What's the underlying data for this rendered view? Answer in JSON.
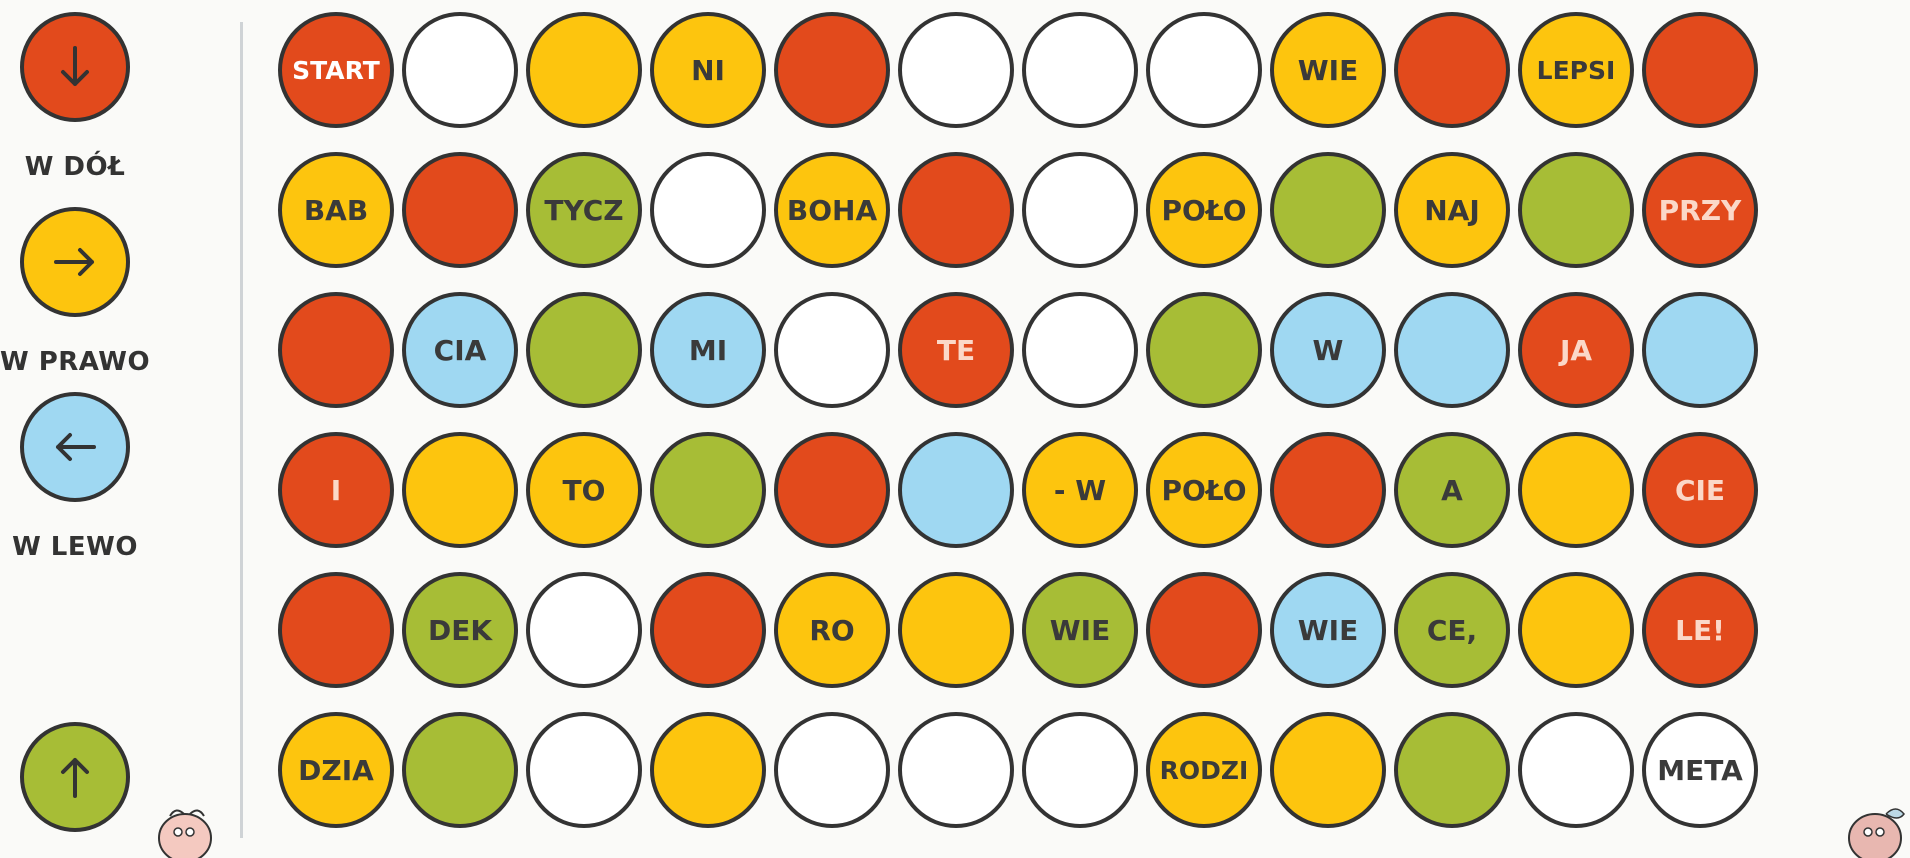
{
  "colors": {
    "red": "#e24a1c",
    "yellow": "#fdc50e",
    "blue": "#9fd8f2",
    "green": "#a7bd36",
    "white": "#ffffff",
    "outline": "#333333"
  },
  "legend": [
    {
      "color": "red",
      "icon": "arrow-down-icon",
      "label": "W DÓŁ"
    },
    {
      "color": "yellow",
      "icon": "arrow-right-icon",
      "label": "W PRAWO"
    },
    {
      "color": "blue",
      "icon": "arrow-left-icon",
      "label": "W LEWO"
    },
    {
      "color": "green",
      "icon": "arrow-up-icon",
      "label": ""
    }
  ],
  "board": [
    [
      {
        "color": "red",
        "text": "START"
      },
      {
        "color": "white",
        "text": ""
      },
      {
        "color": "yellow",
        "text": ""
      },
      {
        "color": "yellow",
        "text": "NI"
      },
      {
        "color": "red",
        "text": ""
      },
      {
        "color": "white",
        "text": ""
      },
      {
        "color": "white",
        "text": ""
      },
      {
        "color": "white",
        "text": ""
      },
      {
        "color": "yellow",
        "text": "WIE"
      },
      {
        "color": "red",
        "text": ""
      },
      {
        "color": "yellow",
        "text": "LEPSI"
      },
      {
        "color": "red",
        "text": ""
      }
    ],
    [
      {
        "color": "yellow",
        "text": "BAB"
      },
      {
        "color": "red",
        "text": ""
      },
      {
        "color": "green",
        "text": "TYCZ"
      },
      {
        "color": "white",
        "text": ""
      },
      {
        "color": "yellow",
        "text": "BOHA"
      },
      {
        "color": "red",
        "text": ""
      },
      {
        "color": "white",
        "text": ""
      },
      {
        "color": "yellow",
        "text": "POŁO"
      },
      {
        "color": "green",
        "text": ""
      },
      {
        "color": "yellow",
        "text": "NAJ"
      },
      {
        "color": "green",
        "text": ""
      },
      {
        "color": "red",
        "text": "PRZY"
      }
    ],
    [
      {
        "color": "red",
        "text": ""
      },
      {
        "color": "blue",
        "text": "CIA"
      },
      {
        "color": "green",
        "text": ""
      },
      {
        "color": "blue",
        "text": "MI"
      },
      {
        "color": "white",
        "text": ""
      },
      {
        "color": "red",
        "text": "TE"
      },
      {
        "color": "white",
        "text": ""
      },
      {
        "color": "green",
        "text": ""
      },
      {
        "color": "blue",
        "text": "W"
      },
      {
        "color": "blue",
        "text": ""
      },
      {
        "color": "red",
        "text": "JA"
      },
      {
        "color": "blue",
        "text": ""
      }
    ],
    [
      {
        "color": "red",
        "text": "I"
      },
      {
        "color": "yellow",
        "text": ""
      },
      {
        "color": "yellow",
        "text": "TO"
      },
      {
        "color": "green",
        "text": ""
      },
      {
        "color": "red",
        "text": ""
      },
      {
        "color": "blue",
        "text": ""
      },
      {
        "color": "yellow",
        "text": "- W"
      },
      {
        "color": "yellow",
        "text": "POŁO"
      },
      {
        "color": "red",
        "text": ""
      },
      {
        "color": "green",
        "text": "A"
      },
      {
        "color": "yellow",
        "text": ""
      },
      {
        "color": "red",
        "text": "CIE"
      }
    ],
    [
      {
        "color": "red",
        "text": ""
      },
      {
        "color": "green",
        "text": "DEK"
      },
      {
        "color": "white",
        "text": ""
      },
      {
        "color": "red",
        "text": ""
      },
      {
        "color": "yellow",
        "text": "RO"
      },
      {
        "color": "yellow",
        "text": ""
      },
      {
        "color": "green",
        "text": "WIE"
      },
      {
        "color": "red",
        "text": ""
      },
      {
        "color": "blue",
        "text": "WIE"
      },
      {
        "color": "green",
        "text": "CE,"
      },
      {
        "color": "yellow",
        "text": ""
      },
      {
        "color": "red",
        "text": "LE!"
      }
    ],
    [
      {
        "color": "yellow",
        "text": "DZIA"
      },
      {
        "color": "green",
        "text": ""
      },
      {
        "color": "white",
        "text": ""
      },
      {
        "color": "yellow",
        "text": ""
      },
      {
        "color": "white",
        "text": ""
      },
      {
        "color": "white",
        "text": ""
      },
      {
        "color": "white",
        "text": ""
      },
      {
        "color": "yellow",
        "text": "RODZI"
      },
      {
        "color": "yellow",
        "text": ""
      },
      {
        "color": "green",
        "text": ""
      },
      {
        "color": "white",
        "text": ""
      },
      {
        "color": "white",
        "text": "META"
      }
    ]
  ]
}
